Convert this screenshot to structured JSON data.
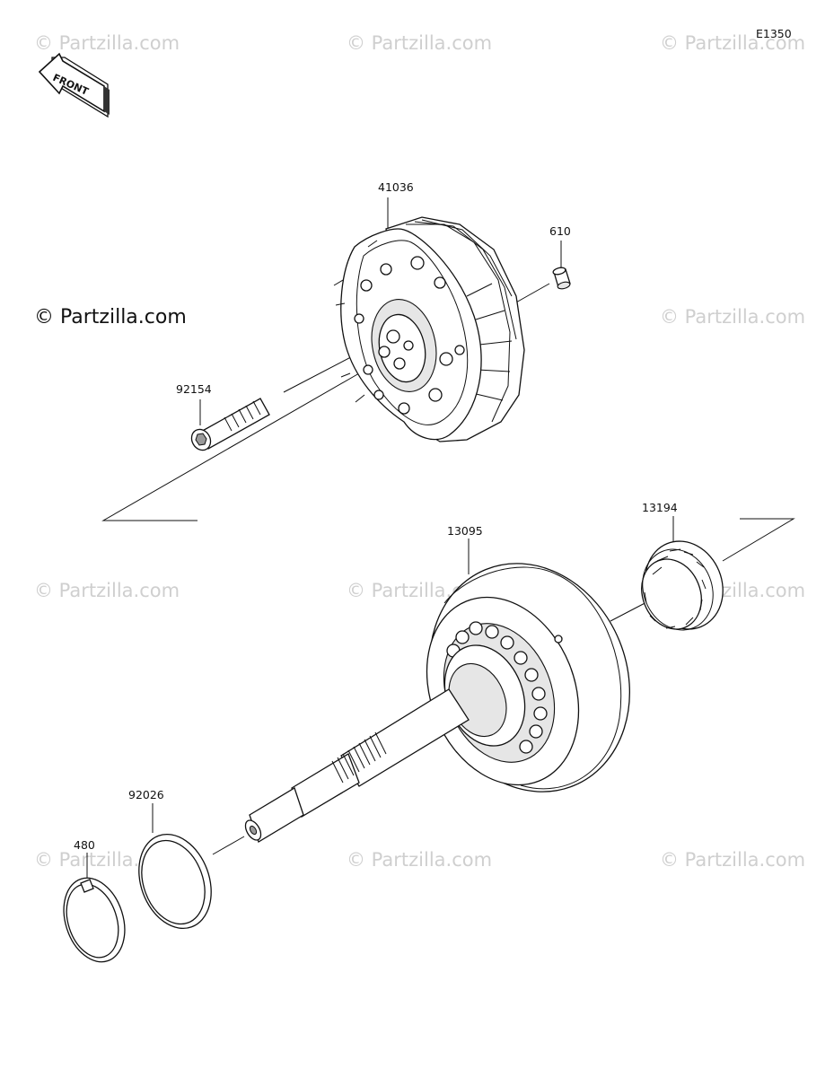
{
  "diagram_id": "E1350",
  "front_label": "FRONT",
  "watermark": "© Partzilla.com",
  "watermark_main": "© Partzilla.com",
  "parts": {
    "p41036": "41036",
    "p610": "610",
    "p92154": "92154",
    "p13095": "13095",
    "p13194": "13194",
    "p92026": "92026",
    "p480": "480"
  }
}
